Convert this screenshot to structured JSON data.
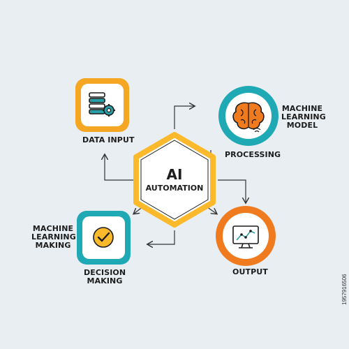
{
  "center": {
    "line1": "AI",
    "line2": "AUTOMATION"
  },
  "nodes": {
    "data_input": {
      "label": "DATA INPUT",
      "icon": "server-gear-icon"
    },
    "processing": {
      "label": "PROCESSING",
      "icon": "brain-icon",
      "note_lines": [
        "MACHINE",
        "LEARNING",
        "MODEL"
      ]
    },
    "output": {
      "label": "OUTPUT",
      "icon": "monitor-chart-icon"
    },
    "decision": {
      "label_lines": [
        "DECISION",
        "MAKING"
      ],
      "icon": "checkmark-icon",
      "note_lines": [
        "MACHINE",
        "LEARNING",
        "MAKING"
      ]
    }
  },
  "stock_id": "1957916506",
  "colors": {
    "background": "#e9eef2",
    "orange": "#f5a623",
    "teal": "#1fa9b5",
    "deep_orange": "#f07a1e",
    "yellow": "#fbb92b",
    "icon_teal": "#2a9ea6"
  }
}
